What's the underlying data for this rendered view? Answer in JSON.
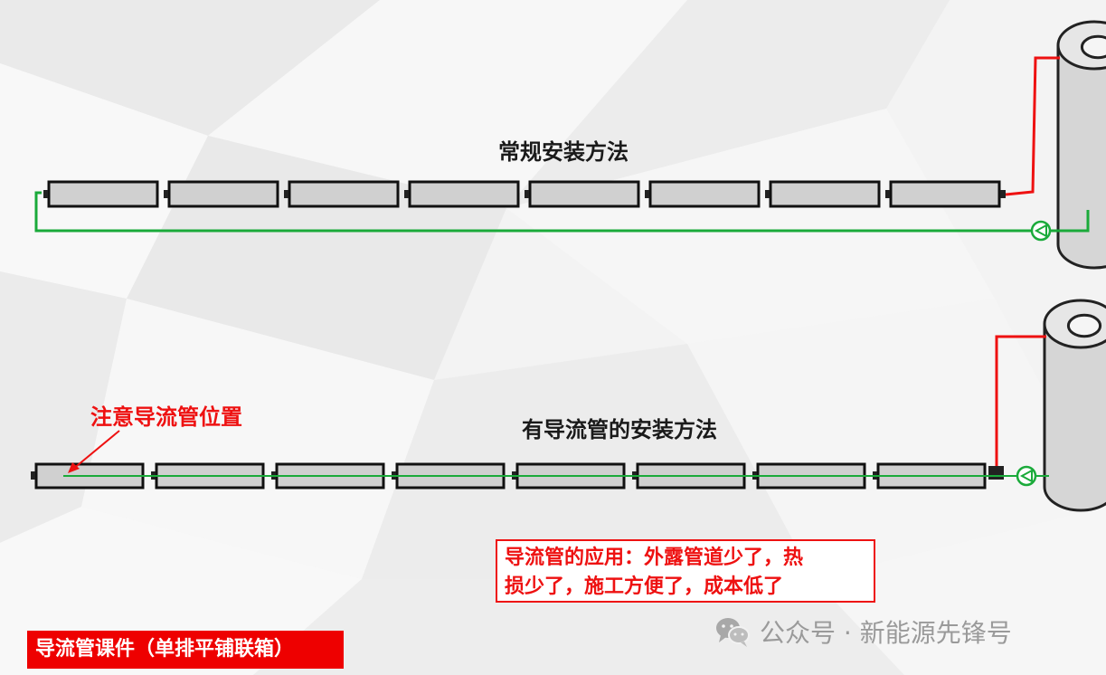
{
  "titles": {
    "top": "常规安装方法",
    "bottom": "有导流管的安装方法"
  },
  "annotation": {
    "note": "注意导流管位置"
  },
  "application_note": {
    "line1": "导流管的应用：外露管道少了，热",
    "line2": "损少了，施工方便了，成本低了"
  },
  "badge": {
    "text": "导流管课件（单排平铺联箱）"
  },
  "watermark": {
    "text": "公众号 · 新能源先锋号",
    "icon": "wechat-icon"
  },
  "colors": {
    "hot_pipe": "#ee1111",
    "return_pipe": "#1aaa3a",
    "collector_fill": "#d0d0d0",
    "tank_fill": "#d6d6d6",
    "accent": "#ee0000"
  },
  "diagram": {
    "collector_count_per_row": 8
  }
}
